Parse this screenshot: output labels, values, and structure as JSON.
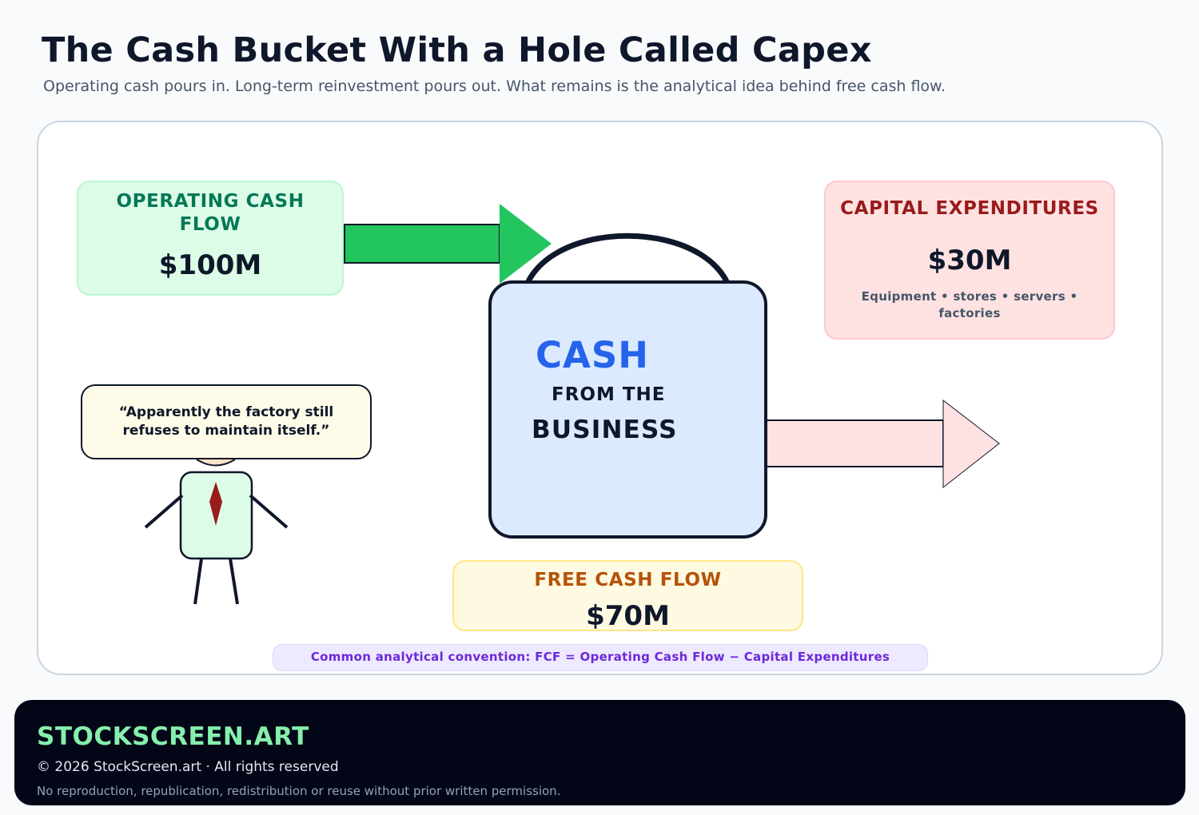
{
  "header": {
    "title": "The Cash Bucket With a Hole Called Capex",
    "subtitle": "Operating cash pours in. Long-term reinvestment pours out. What remains is the analytical idea behind free cash flow."
  },
  "inflow": {
    "label": "OPERATING CASH FLOW",
    "value": "$100M",
    "color": "#22c55e"
  },
  "outflow": {
    "label": "CAPITAL EXPENDITURES",
    "value": "$30M",
    "note": "Equipment • stores • servers • factories",
    "color": "#fee2e2"
  },
  "bucket": {
    "line1": "CASH",
    "line2": "FROM THE",
    "line3": "BUSINESS",
    "color": "#dbeafe"
  },
  "result": {
    "label": "FREE CASH FLOW",
    "value": "$70M"
  },
  "character": {
    "quote": "“Apparently the factory still refuses to maintain itself.”"
  },
  "formula": "Common analytical convention: FCF = Operating Cash Flow − Capital Expenditures",
  "footer": {
    "brand": "STOCKSCREEN.ART",
    "copyright": "© 2026 StockScreen.art · All rights reserved",
    "rights": "No reproduction, republication, redistribution or reuse without prior written permission."
  }
}
